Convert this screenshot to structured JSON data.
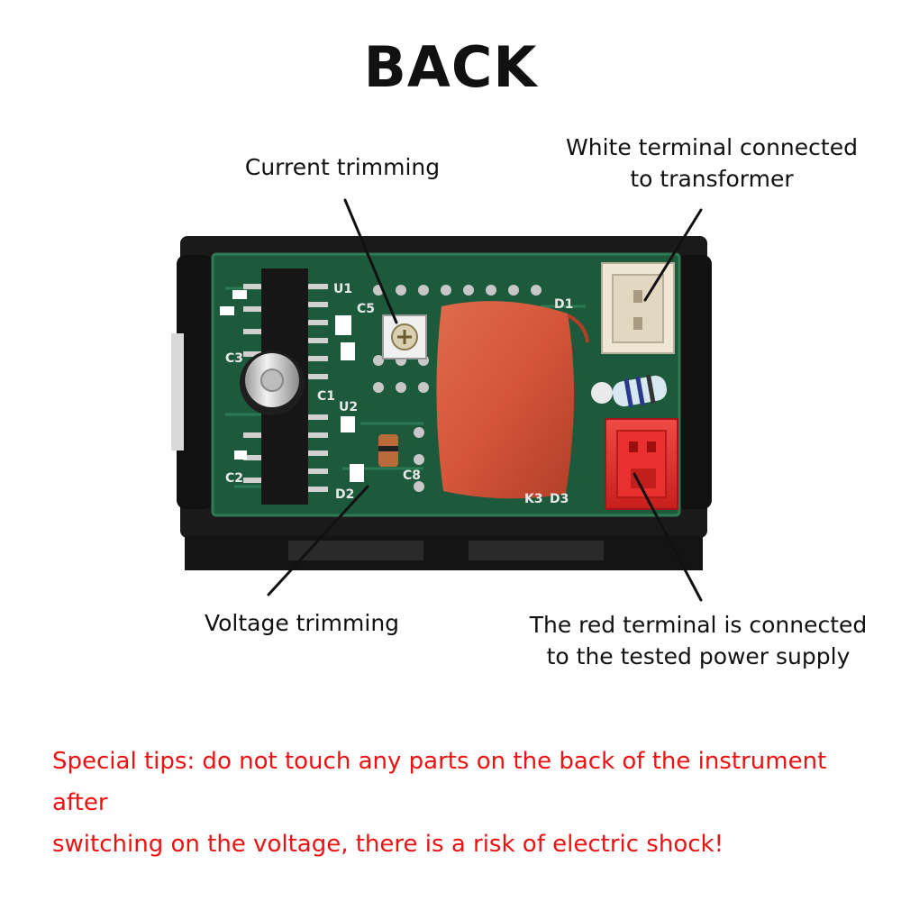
{
  "title": "BACK",
  "labels": {
    "current_trimming": "Current trimming",
    "white_terminal_line1": "White terminal connected",
    "white_terminal_line2": "to transformer",
    "voltage_trimming": "Voltage trimming",
    "red_terminal_line1": "The red terminal is connected",
    "red_terminal_line2": "to the tested power supply"
  },
  "tips": {
    "line1": "Special tips: do not touch any parts on the back of the instrument after",
    "line2": "switching on the voltage, there is a risk of electric shock!"
  },
  "pcb_markings": {
    "u1": "U1",
    "c5": "C5",
    "u2": "U2",
    "c1": "C1",
    "c3": "C3",
    "c2": "C2",
    "d1": "D1",
    "d2": "D2",
    "d3": "D3",
    "c8": "C8",
    "k3": "K3"
  },
  "colors": {
    "tips": "#ee1111",
    "pcb": "#1d5a3c",
    "housing": "#1a1a1a",
    "capacitor": "#d4553a",
    "red_terminal": "#e8312f",
    "white_terminal": "#efe6d4"
  }
}
